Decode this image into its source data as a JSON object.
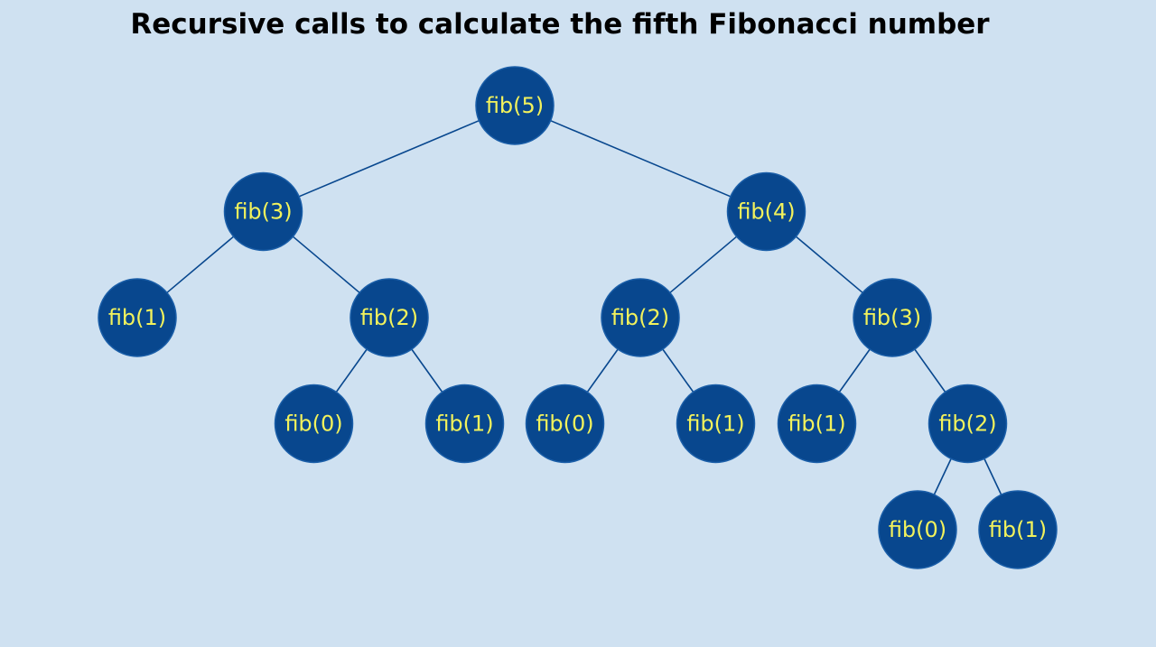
{
  "title": "Recursive calls to calculate the fifth Fibonacci number",
  "colors": {
    "background": "#cfe1f1",
    "node_fill": "#08478e",
    "node_text": "#f2f25c",
    "edge": "#08478e"
  },
  "tree": {
    "label": "fib(5)",
    "children": [
      {
        "label": "fib(3)",
        "children": [
          {
            "label": "fib(1)",
            "children": []
          },
          {
            "label": "fib(2)",
            "children": [
              {
                "label": "fib(0)",
                "children": []
              },
              {
                "label": "fib(1)",
                "children": []
              }
            ]
          }
        ]
      },
      {
        "label": "fib(4)",
        "children": [
          {
            "label": "fib(2)",
            "children": [
              {
                "label": "fib(0)",
                "children": []
              },
              {
                "label": "fib(1)",
                "children": []
              }
            ]
          },
          {
            "label": "fib(3)",
            "children": [
              {
                "label": "fib(1)",
                "children": []
              },
              {
                "label": "fib(2)",
                "children": [
                  {
                    "label": "fib(0)",
                    "children": []
                  },
                  {
                    "label": "fib(1)",
                    "children": []
                  }
                ]
              }
            ]
          }
        ]
      }
    ]
  }
}
